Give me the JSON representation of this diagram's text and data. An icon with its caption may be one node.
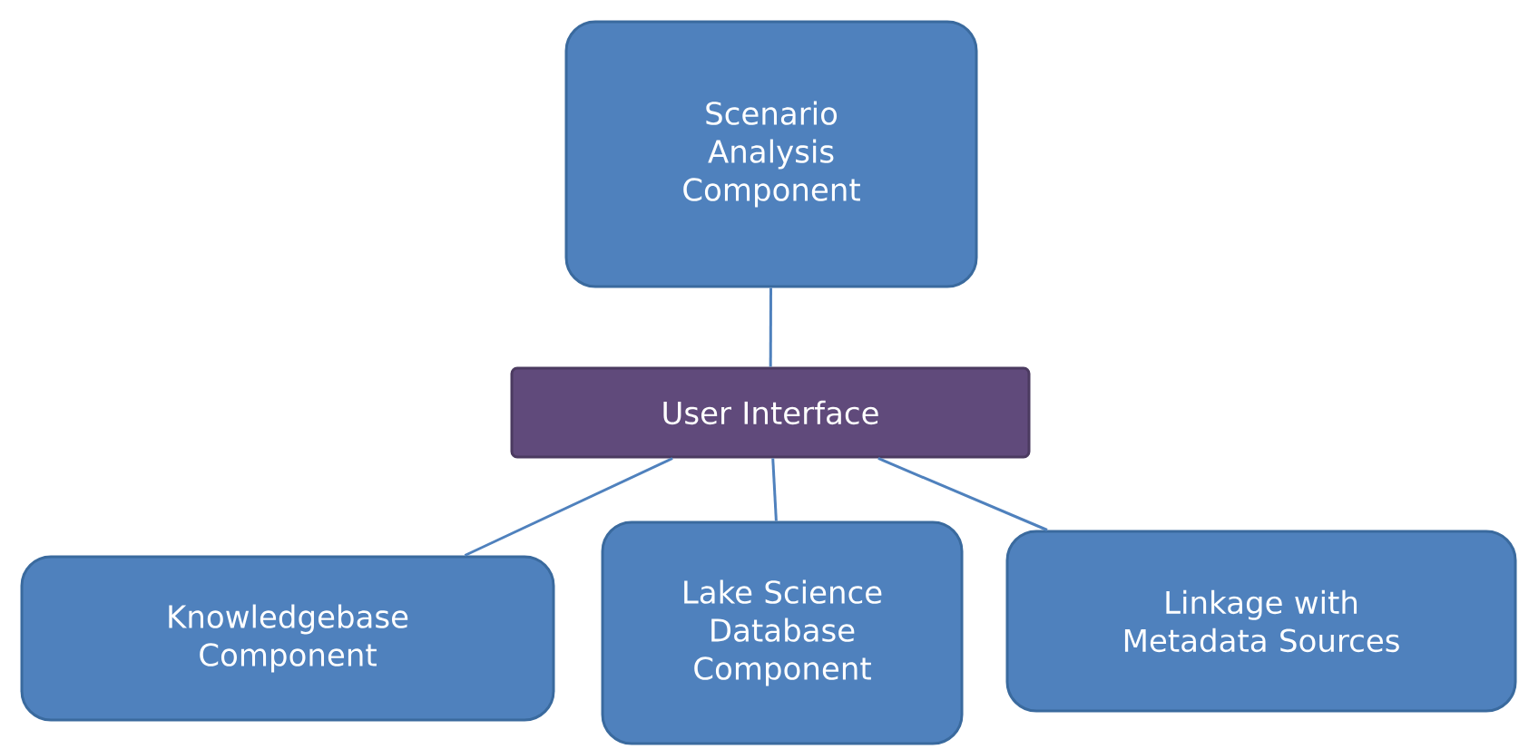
{
  "diagram": {
    "nodes": [
      {
        "text": [
          "Scenario Analysis Component"
        ]
      },
      {
        "text": [
          "User Interface"
        ]
      },
      {
        "text": [
          "Knowledgebase Component"
        ]
      },
      {
        "text": [
          "Lake Science Database Component"
        ]
      },
      {
        "text": [
          "Linkage with Metadata Sources"
        ]
      }
    ],
    "edges": [
      {
        "from": 0,
        "to": 1,
        "arrow": "none"
      },
      {
        "from": 1,
        "to": 2,
        "arrow": "none"
      },
      {
        "from": 1,
        "to": 3,
        "arrow": "none"
      },
      {
        "from": 1,
        "to": 4,
        "arrow": "none"
      }
    ]
  }
}
